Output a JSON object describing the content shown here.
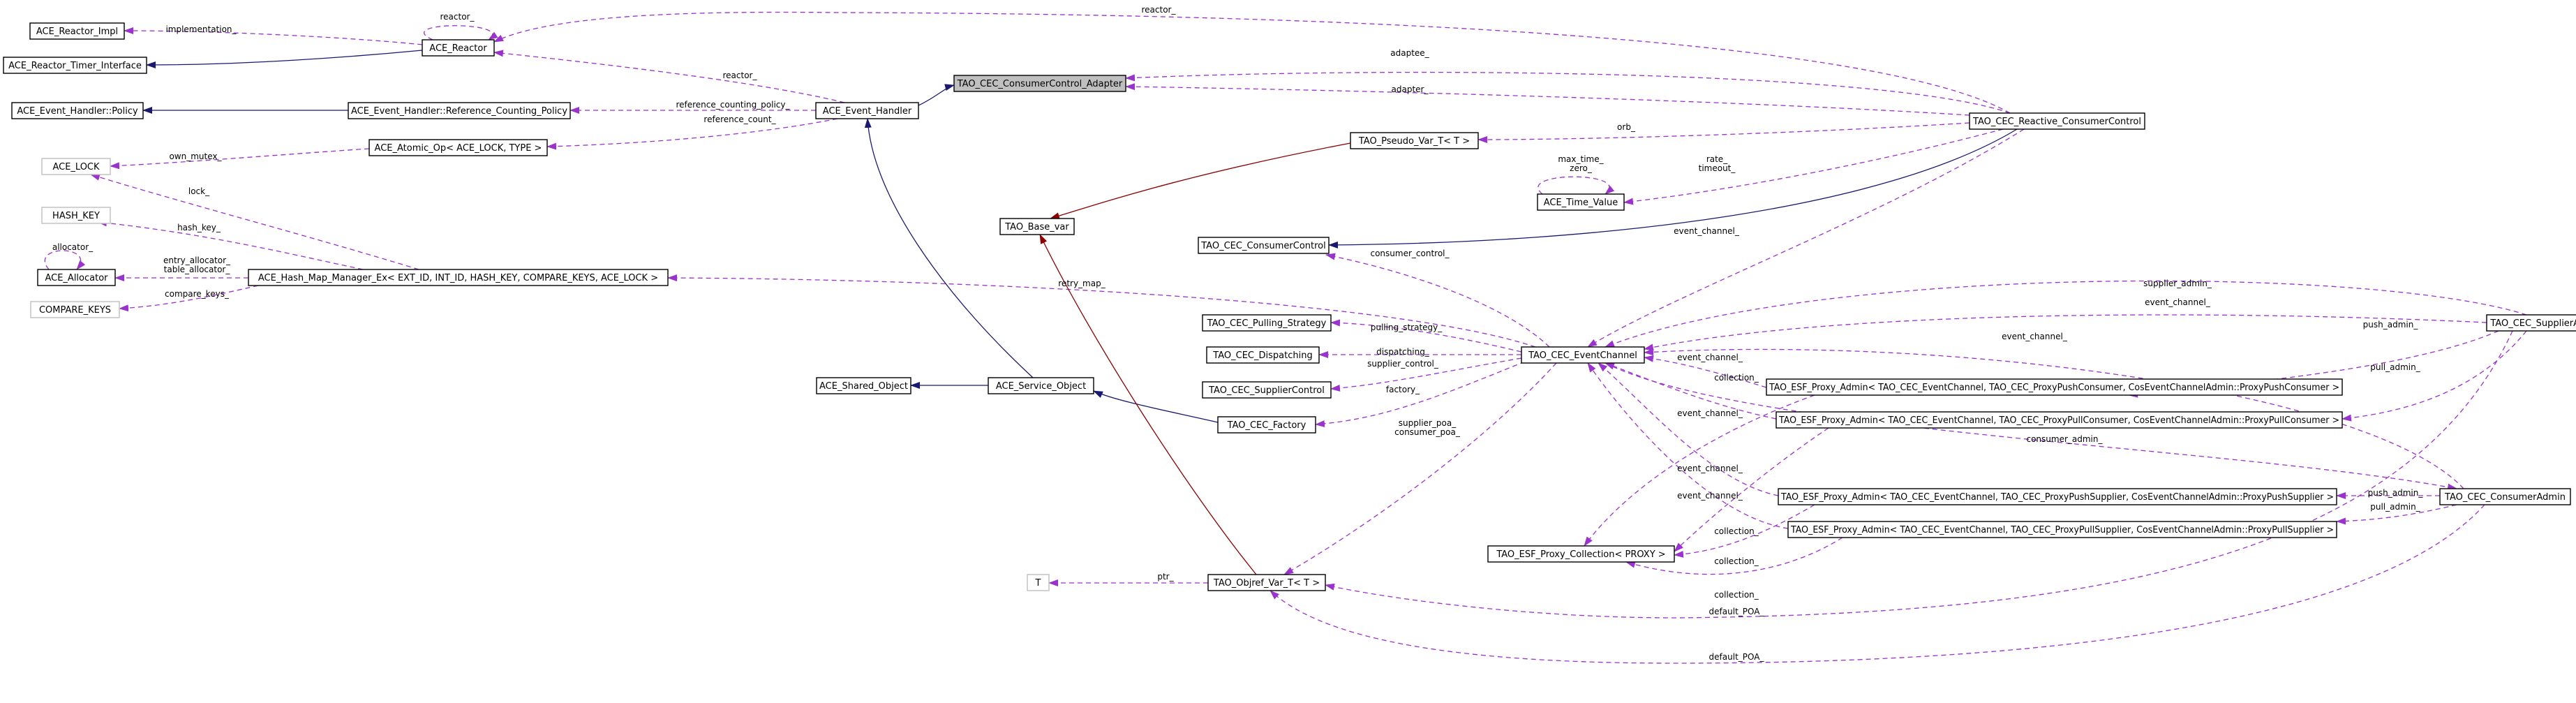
{
  "colors": {
    "background": "#ffffff",
    "node_border": "#000000",
    "node_border_undocumented": "#bfbfbf",
    "highlight_fill": "#bfbfbf",
    "inheritance": "#191970",
    "usage": "#9a32cd",
    "template": "#8b0000"
  },
  "nodes": [
    {
      "id": "ace_reactor_impl",
      "label": "ACE_Reactor_Impl",
      "style": "plain"
    },
    {
      "id": "ace_reactor_timer_interface",
      "label": "ACE_Reactor_Timer_Interface",
      "style": "plain"
    },
    {
      "id": "ace_reactor",
      "label": "ACE_Reactor",
      "style": "plain"
    },
    {
      "id": "ace_event_handler_policy",
      "label": "ACE_Event_Handler::Policy",
      "style": "plain"
    },
    {
      "id": "ace_event_handler_refcount_policy",
      "label": "ACE_Event_Handler::Reference_Counting_Policy",
      "style": "plain"
    },
    {
      "id": "ace_event_handler",
      "label": "ACE_Event_Handler",
      "style": "plain"
    },
    {
      "id": "consumer_control_adapter",
      "label": "TAO_CEC_ConsumerControl_Adapter",
      "style": "highlight"
    },
    {
      "id": "ace_lock",
      "label": "ACE_LOCK",
      "style": "undocumented"
    },
    {
      "id": "ace_atomic_op",
      "label": "ACE_Atomic_Op< ACE_LOCK, TYPE >",
      "style": "plain"
    },
    {
      "id": "tao_pseudo_var",
      "label": "TAO_Pseudo_Var_T< T >",
      "style": "plain"
    },
    {
      "id": "reactive_consumer_control",
      "label": "TAO_CEC_Reactive_ConsumerControl",
      "style": "plain"
    },
    {
      "id": "hash_key",
      "label": "HASH_KEY",
      "style": "undocumented"
    },
    {
      "id": "ace_time_value",
      "label": "ACE_Time_Value",
      "style": "plain"
    },
    {
      "id": "tao_base_var",
      "label": "TAO_Base_var",
      "style": "plain"
    },
    {
      "id": "consumer_control",
      "label": "TAO_CEC_ConsumerControl",
      "style": "plain"
    },
    {
      "id": "ace_allocator",
      "label": "ACE_Allocator",
      "style": "plain"
    },
    {
      "id": "ace_hash_map_manager",
      "label": "ACE_Hash_Map_Manager_Ex< EXT_ID, INT_ID, HASH_KEY, COMPARE_KEYS, ACE_LOCK >",
      "style": "plain"
    },
    {
      "id": "compare_keys",
      "label": "COMPARE_KEYS",
      "style": "undocumented"
    },
    {
      "id": "pulling_strategy",
      "label": "TAO_CEC_Pulling_Strategy",
      "style": "plain"
    },
    {
      "id": "supplier_admin",
      "label": "TAO_CEC_SupplierAdmin",
      "style": "plain"
    },
    {
      "id": "dispatching",
      "label": "TAO_CEC_Dispatching",
      "style": "plain"
    },
    {
      "id": "event_channel",
      "label": "TAO_CEC_EventChannel",
      "style": "plain"
    },
    {
      "id": "ace_shared_object",
      "label": "ACE_Shared_Object",
      "style": "plain"
    },
    {
      "id": "ace_service_object",
      "label": "ACE_Service_Object",
      "style": "plain"
    },
    {
      "id": "supplier_control",
      "label": "TAO_CEC_SupplierControl",
      "style": "plain"
    },
    {
      "id": "proxy_admin_push_consumer",
      "label": "TAO_ESF_Proxy_Admin< TAO_CEC_EventChannel, TAO_CEC_ProxyPushConsumer, CosEventChannelAdmin::ProxyPushConsumer >",
      "style": "plain"
    },
    {
      "id": "proxy_admin_pull_consumer",
      "label": "TAO_ESF_Proxy_Admin< TAO_CEC_EventChannel, TAO_CEC_ProxyPullConsumer, CosEventChannelAdmin::ProxyPullConsumer >",
      "style": "plain"
    },
    {
      "id": "cec_factory",
      "label": "TAO_CEC_Factory",
      "style": "plain"
    },
    {
      "id": "proxy_admin_push_supplier",
      "label": "TAO_ESF_Proxy_Admin< TAO_CEC_EventChannel, TAO_CEC_ProxyPushSupplier, CosEventChannelAdmin::ProxyPushSupplier >",
      "style": "plain"
    },
    {
      "id": "consumer_admin",
      "label": "TAO_CEC_ConsumerAdmin",
      "style": "plain"
    },
    {
      "id": "proxy_admin_pull_supplier",
      "label": "TAO_ESF_Proxy_Admin< TAO_CEC_EventChannel, TAO_CEC_ProxyPullSupplier, CosEventChannelAdmin::ProxyPullSupplier >",
      "style": "plain"
    },
    {
      "id": "esf_proxy_collection",
      "label": "TAO_ESF_Proxy_Collection< PROXY >",
      "style": "plain"
    },
    {
      "id": "t_param",
      "label": "T",
      "style": "undocumented"
    },
    {
      "id": "tao_objref_var",
      "label": "TAO_Objref_Var_T< T >",
      "style": "plain"
    }
  ],
  "edge_labels": {
    "impl_reactor": "implementation_",
    "reactor_self": "reactor_",
    "adapter_reactor_top": "reactor_",
    "eh_reactor": "reactor_",
    "adaptee_1": "adaptee_",
    "adapter_2": "adapter_",
    "refcount_policy": "reference_counting_policy_",
    "refcount": "reference_count_",
    "orb": "orb_",
    "own_mutex": "own_mutex_",
    "lock": "lock_",
    "hash_key": "hash_key_",
    "allocator": "allocator_",
    "entry_table_allocator": "entry_allocator_\ntable_allocator_",
    "compare_keys": "compare_keys_",
    "max_time_zero": "max_time_\nzero_",
    "rate_timeout": "rate_\ntimeout_",
    "event_channel_rcc": "event_channel_",
    "consumer_control": "consumer_control_",
    "retry_map": "retry_map_",
    "pulling_strategy": "pulling_strategy_",
    "dispatching": "dispatching_",
    "supplier_control": "supplier_control_",
    "factory": "factory_",
    "supplier_poa_consumer_poa": "supplier_poa_\nconsumer_poa_",
    "supplier_admin": "supplier_admin_",
    "ec_sa_event_channel": "event_channel_",
    "ec_ca_event_channel": "event_channel_",
    "ec_push_consumer_ec": "event_channel_",
    "ec_pull_consumer_ec": "event_channel_",
    "ec_push_supplier_ec": "event_channel_",
    "ec_pull_supplier_ec": "event_channel_",
    "push_admin_sa": "push_admin_",
    "pull_admin_sa": "pull_admin_",
    "consumer_admin": "consumer_admin_",
    "push_admin_ca": "push_admin_",
    "pull_admin_ca": "pull_admin_",
    "collection_1": "collection_",
    "collection_2": "collection_",
    "collection_3": "collection_",
    "collection_4": "collection_",
    "ptr": "ptr_",
    "default_poa_1": "default_POA_",
    "default_poa_2": "default_POA_"
  }
}
